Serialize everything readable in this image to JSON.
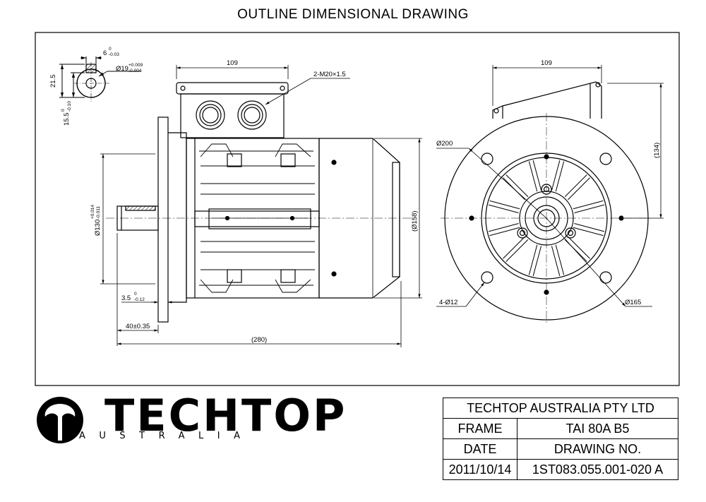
{
  "title": "OUTLINE DIMENSIONAL DRAWING",
  "dimensions": {
    "keyway_width": "6",
    "keyway_width_tol_upper": "0",
    "keyway_width_tol_lower": "-0.03",
    "shaft_dia": "Ø19",
    "shaft_dia_tol_upper": "+0.009",
    "shaft_dia_tol_lower": "-0.004",
    "shaft_height": "21.5",
    "key_depth": "15.5",
    "key_depth_tol_upper": "0",
    "key_depth_tol_lower": "-0.10",
    "terminal_box_width_side": "109",
    "cable_gland": "2-M20×1.5",
    "spigot_dia": "Ø130",
    "spigot_dia_tol_upper": "+0.014",
    "spigot_dia_tol_lower": "-0.011",
    "body_dia": "(Ø158)",
    "spigot_depth": "3.5",
    "spigot_depth_tol_upper": "0",
    "spigot_depth_tol_lower": "-0.12",
    "shaft_length": "40±0.35",
    "overall_length": "(280)",
    "terminal_box_width_end": "109",
    "flange_dia": "Ø200",
    "height_to_box": "(134)",
    "holes": "4-Ø12",
    "pcd": "Ø165"
  },
  "logo": {
    "brand": "TECHTOP",
    "sub": "AUSTRALIA"
  },
  "title_block": {
    "company": "TECHTOP AUSTRALIA PTY LTD",
    "frame_label": "FRAME",
    "frame_value": "TAI 80A B5",
    "date_label": "DATE",
    "drawing_no_label": "DRAWING NO.",
    "date_value": "2011/10/14",
    "drawing_no_value": "1ST083.055.001-020 A"
  }
}
